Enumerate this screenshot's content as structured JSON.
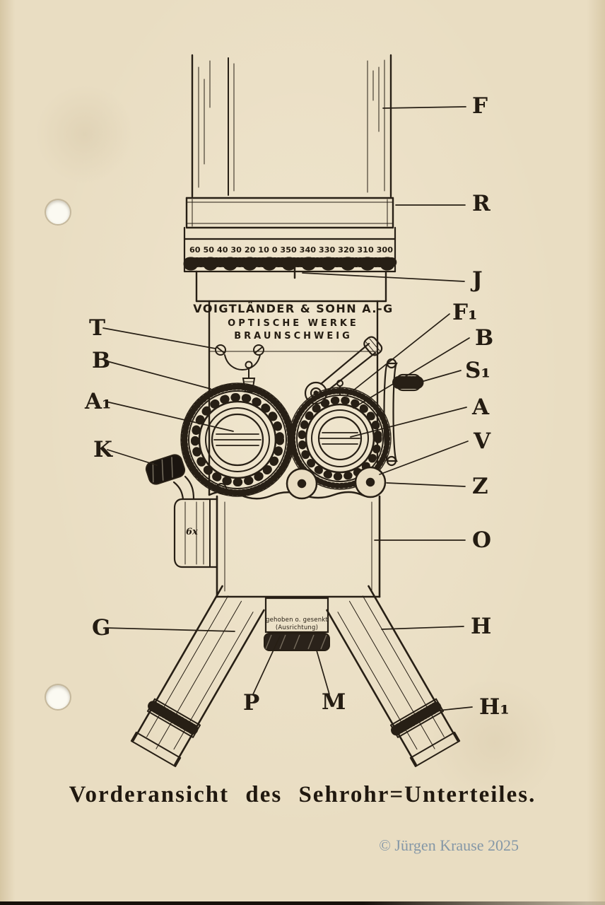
{
  "page": {
    "caption": "Vorderansicht des Sehrohr=Unterteiles.",
    "copyright": "© Jürgen Krause 2025"
  },
  "device": {
    "maker1": "VOIGTLÄNDER & SOHN A.-G",
    "maker2": "OPTISCHE WERKE",
    "maker3": "BRAUNSCHWEIG",
    "scale": "60 50 40 30 20 10 0 350 340 330 320 310 300",
    "eyepiece": "6x",
    "plate1": "gehoben o. gesenkt",
    "plate2": "(Ausrichtung)"
  },
  "labels": {
    "F": "F",
    "R": "R",
    "J": "J",
    "F1": "F₁",
    "B_r": "B",
    "S1": "S₁",
    "A": "A",
    "V": "V",
    "Z": "Z",
    "O": "O",
    "H": "H",
    "H1": "H₁",
    "T": "T",
    "B_l": "B",
    "A1": "A₁",
    "K": "K",
    "G": "G",
    "P": "P",
    "M": "M"
  },
  "colors": {
    "paper": "#e9ddc2",
    "ink": "#271f15",
    "copyright": "#8497a7"
  }
}
